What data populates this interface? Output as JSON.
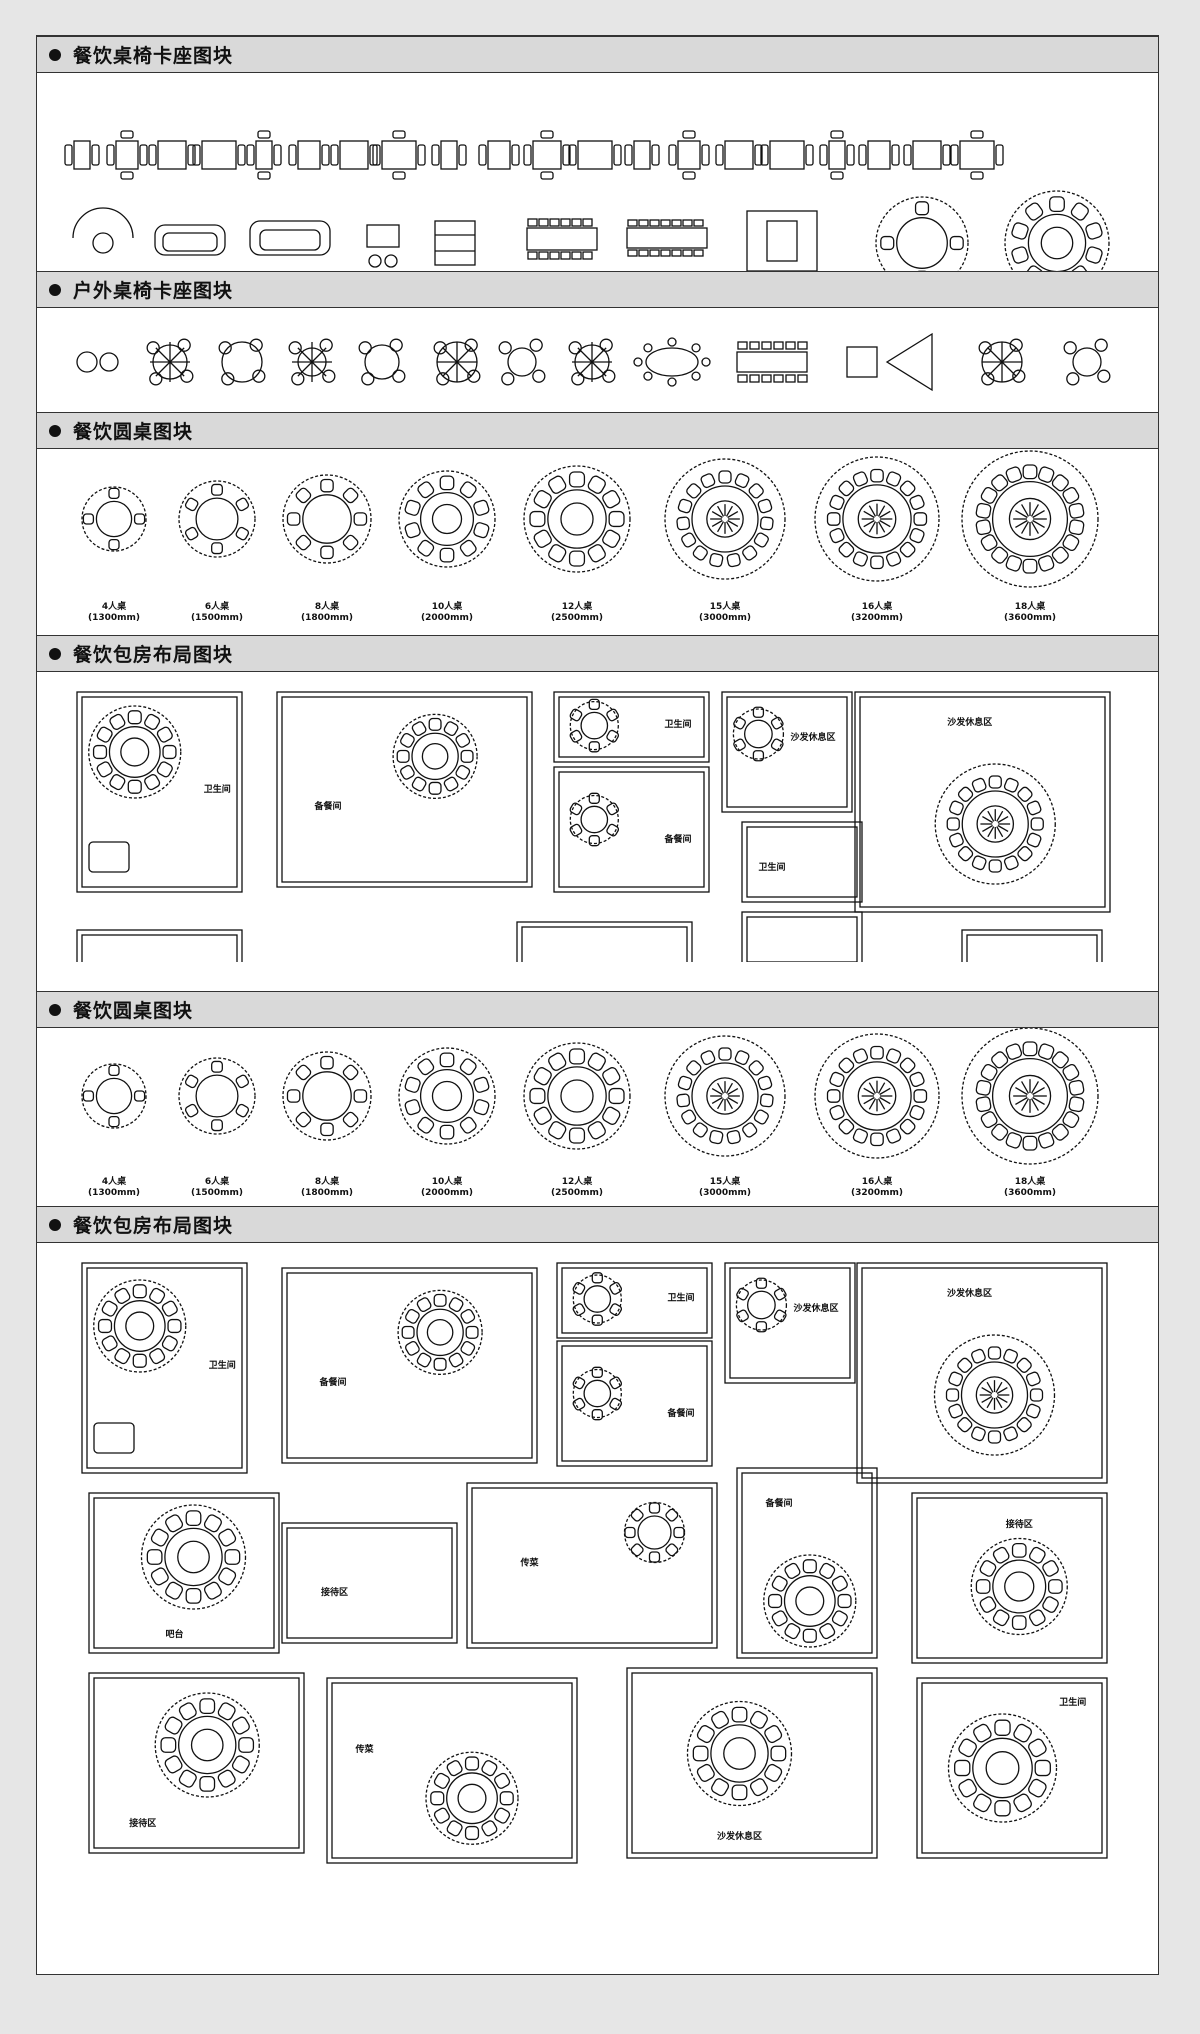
{
  "sections": [
    {
      "title": "餐饮桌椅卡座图块"
    },
    {
      "title": "户外桌椅卡座图块"
    },
    {
      "title": "餐饮圆桌图块"
    },
    {
      "title": "餐饮包房布局图块"
    },
    {
      "title": "餐饮圆桌图块"
    },
    {
      "title": "餐饮包房布局图块"
    }
  ],
  "round_tables": [
    {
      "name": "4人桌",
      "size": "(1300mm)",
      "seats": 4
    },
    {
      "name": "6人桌",
      "size": "(1500mm)",
      "seats": 6
    },
    {
      "name": "8人桌",
      "size": "(1800mm)",
      "seats": 8
    },
    {
      "name": "10人桌",
      "size": "(2000mm)",
      "seats": 10
    },
    {
      "name": "12人桌",
      "size": "(2500mm)",
      "seats": 12
    },
    {
      "name": "15人桌",
      "size": "(3000mm)",
      "seats": 15
    },
    {
      "name": "16人桌",
      "size": "(3200mm)",
      "seats": 16
    },
    {
      "name": "18人桌",
      "size": "(3600mm)",
      "seats": 18
    }
  ],
  "room_labels": {
    "toilet": "卫生间",
    "pantry": "备餐间",
    "lounge": "沙发休息区",
    "bar": "吧台",
    "pass": "传菜",
    "reception": "接待区"
  },
  "colors": {
    "band": "#d9d9d9",
    "line": "#111111",
    "page": "#e6e6e6"
  }
}
